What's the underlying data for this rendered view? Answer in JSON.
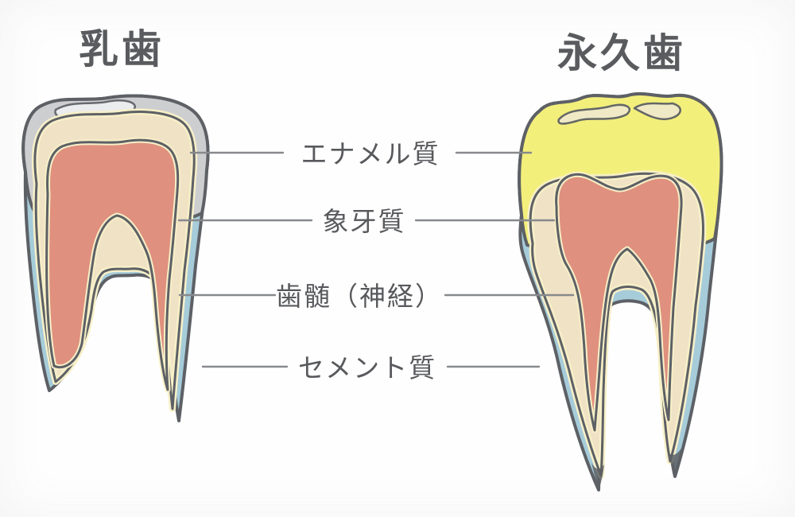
{
  "diagram": {
    "titles": {
      "baby": "乳歯",
      "permanent": "永久歯"
    },
    "labels": [
      {
        "id": "enamel",
        "text": "エナメル質"
      },
      {
        "id": "dentin",
        "text": "象牙質"
      },
      {
        "id": "pulp",
        "text": "歯髄（神経）"
      },
      {
        "id": "cementum",
        "text": "セメント質"
      }
    ],
    "colors": {
      "enamel_baby": "#cdced0",
      "enamel_baby_highlight": "#eff0f1",
      "enamel_permanent": "#f3ef7b",
      "occlusal_cream": "#f0e9cb",
      "dentin": "#f0e2c5",
      "pulp": "#e0907e",
      "cementum": "#a6ccda",
      "outline": "#5d6065",
      "layer_separator": "#f7f0c8",
      "label_text": "#58595c",
      "leader_line": "#87898c",
      "background": "#fefefe"
    }
  }
}
